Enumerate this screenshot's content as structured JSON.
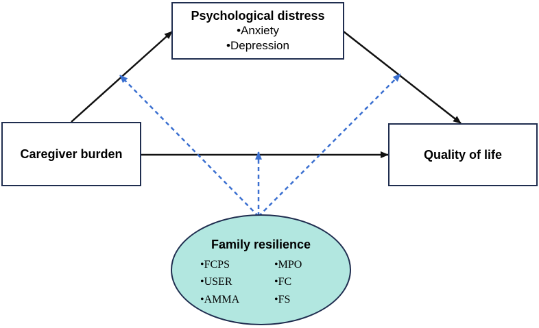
{
  "nodes": {
    "distress": {
      "title": "Psychological distress",
      "items": [
        "•Anxiety",
        "•Depression"
      ]
    },
    "burden": {
      "title": "Caregiver burden"
    },
    "qol": {
      "title": "Quality of life"
    },
    "resilience": {
      "title": "Family resilience",
      "left_items": [
        "•FCPS",
        "•USER",
        "•AMMA"
      ],
      "right_items": [
        "•MPO",
        "•FC",
        "•FS"
      ],
      "fill": "#b2e7e0"
    }
  },
  "edges": [
    {
      "from": "Caregiver burden",
      "to": "Psychological distress",
      "style": "solid"
    },
    {
      "from": "Psychological distress",
      "to": "Quality of life",
      "style": "solid"
    },
    {
      "from": "Caregiver burden",
      "to": "Quality of life",
      "style": "solid"
    },
    {
      "from": "Family resilience",
      "to": "Caregiver burden → Psychological distress",
      "style": "dashed"
    },
    {
      "from": "Family resilience",
      "to": "Caregiver burden → Quality of life",
      "style": "dashed"
    },
    {
      "from": "Family resilience",
      "to": "Psychological distress → Quality of life",
      "style": "dashed"
    }
  ],
  "colors": {
    "solid_arrow": "#111111",
    "dashed_arrow": "#3a6fd0",
    "box_border": "#1f2d4f"
  }
}
